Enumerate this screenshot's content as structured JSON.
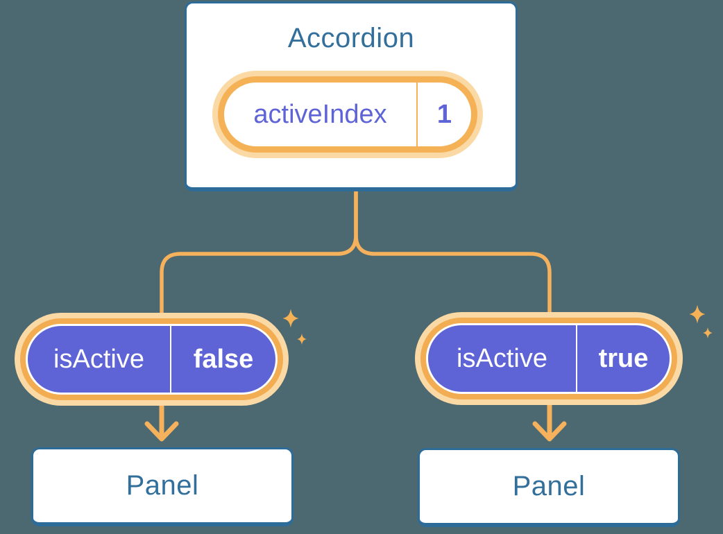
{
  "diagram": {
    "accordion": {
      "title": "Accordion",
      "state_pill": {
        "label": "activeIndex",
        "value": "1"
      }
    },
    "panels": [
      {
        "prop_pill": {
          "label": "isActive",
          "value": "false"
        },
        "title": "Panel"
      },
      {
        "prop_pill": {
          "label": "isActive",
          "value": "true"
        },
        "title": "Panel"
      }
    ],
    "icons": {
      "sparkle": "sparkle-icon"
    },
    "colors": {
      "background": "#4C6971",
      "box_border_blue": "#2D6C99",
      "heading_blue": "#336F9B",
      "pill_purple": "#5E64D6",
      "ring_orange": "#F5B156",
      "deep_ring_orange": "#F2AC52",
      "halo_orange": "#FBD9A4",
      "connector_orange": "#F5B15C",
      "text_white": "#FFFFFF"
    }
  }
}
